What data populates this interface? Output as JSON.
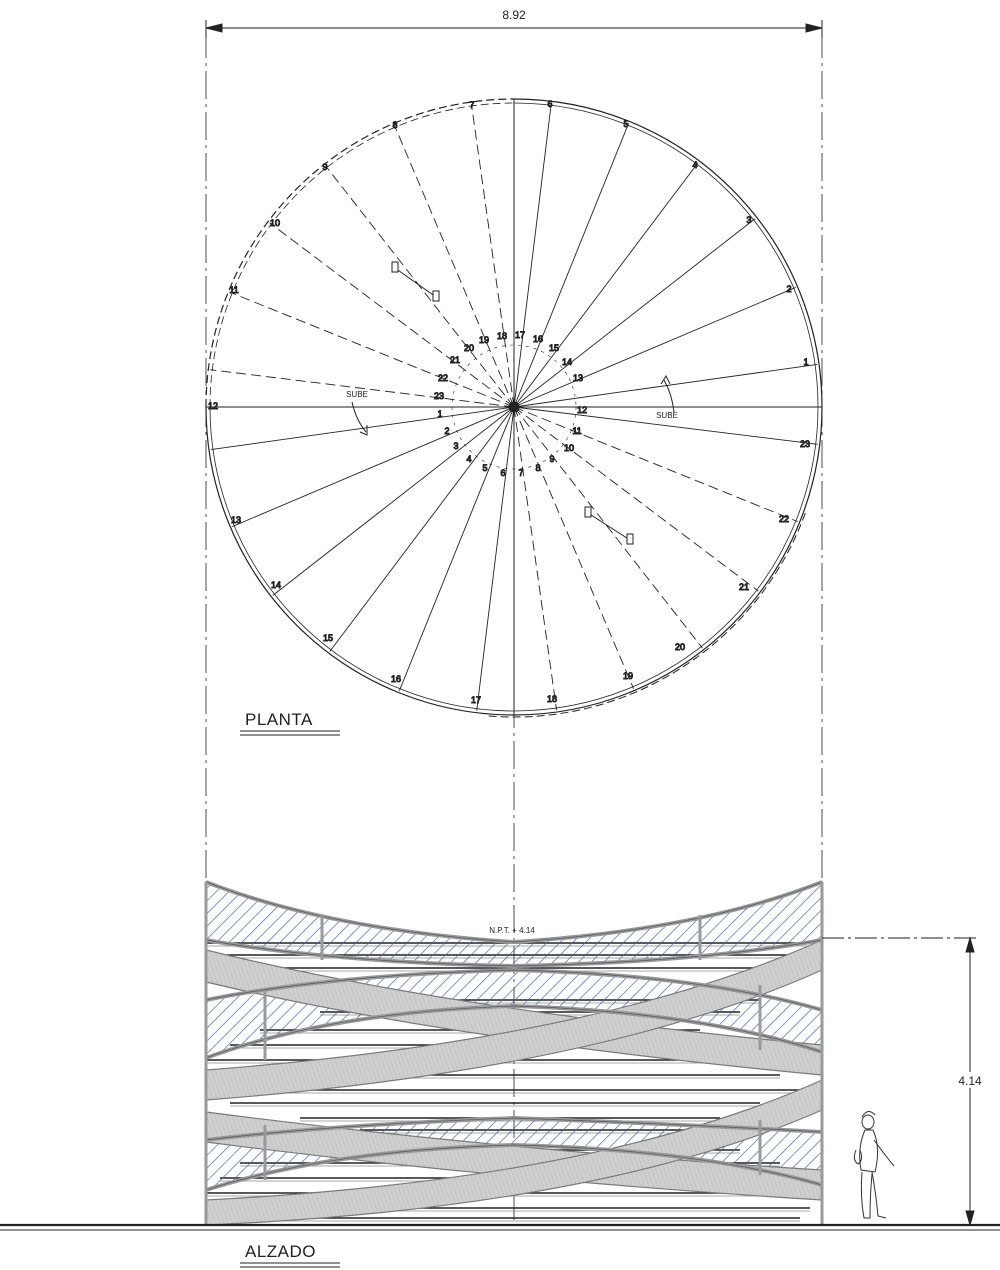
{
  "drawing": {
    "overall_width_label": "8.92",
    "height_label": "4.14",
    "level_label": "N.P.T. + 4.14",
    "plan_title": "PLANTA",
    "elevation_title": "ALZADO",
    "up_label_left": "SUBE",
    "up_label_right": "SUBE"
  },
  "outer_step_numbers_solid": [
    "1",
    "2",
    "3",
    "4",
    "5",
    "6",
    "12",
    "13",
    "14",
    "15",
    "16",
    "17"
  ],
  "outer_step_numbers_dashed": [
    "7",
    "8",
    "9",
    "10",
    "11",
    "18",
    "19",
    "20",
    "21",
    "22",
    "23"
  ],
  "inner_step_numbers_upper": [
    "13",
    "14",
    "15",
    "16",
    "17",
    "18",
    "19",
    "20",
    "21",
    "22",
    "23"
  ],
  "inner_step_numbers_lower": [
    "1",
    "2",
    "3",
    "4",
    "5",
    "6",
    "7",
    "8",
    "9",
    "10",
    "11",
    "12"
  ],
  "colors": {
    "line": "#222222",
    "hatch_blue": "#2f63b5",
    "ramp_gray": "#c8c8c8",
    "handrail_gray": "#9a9a9a"
  }
}
